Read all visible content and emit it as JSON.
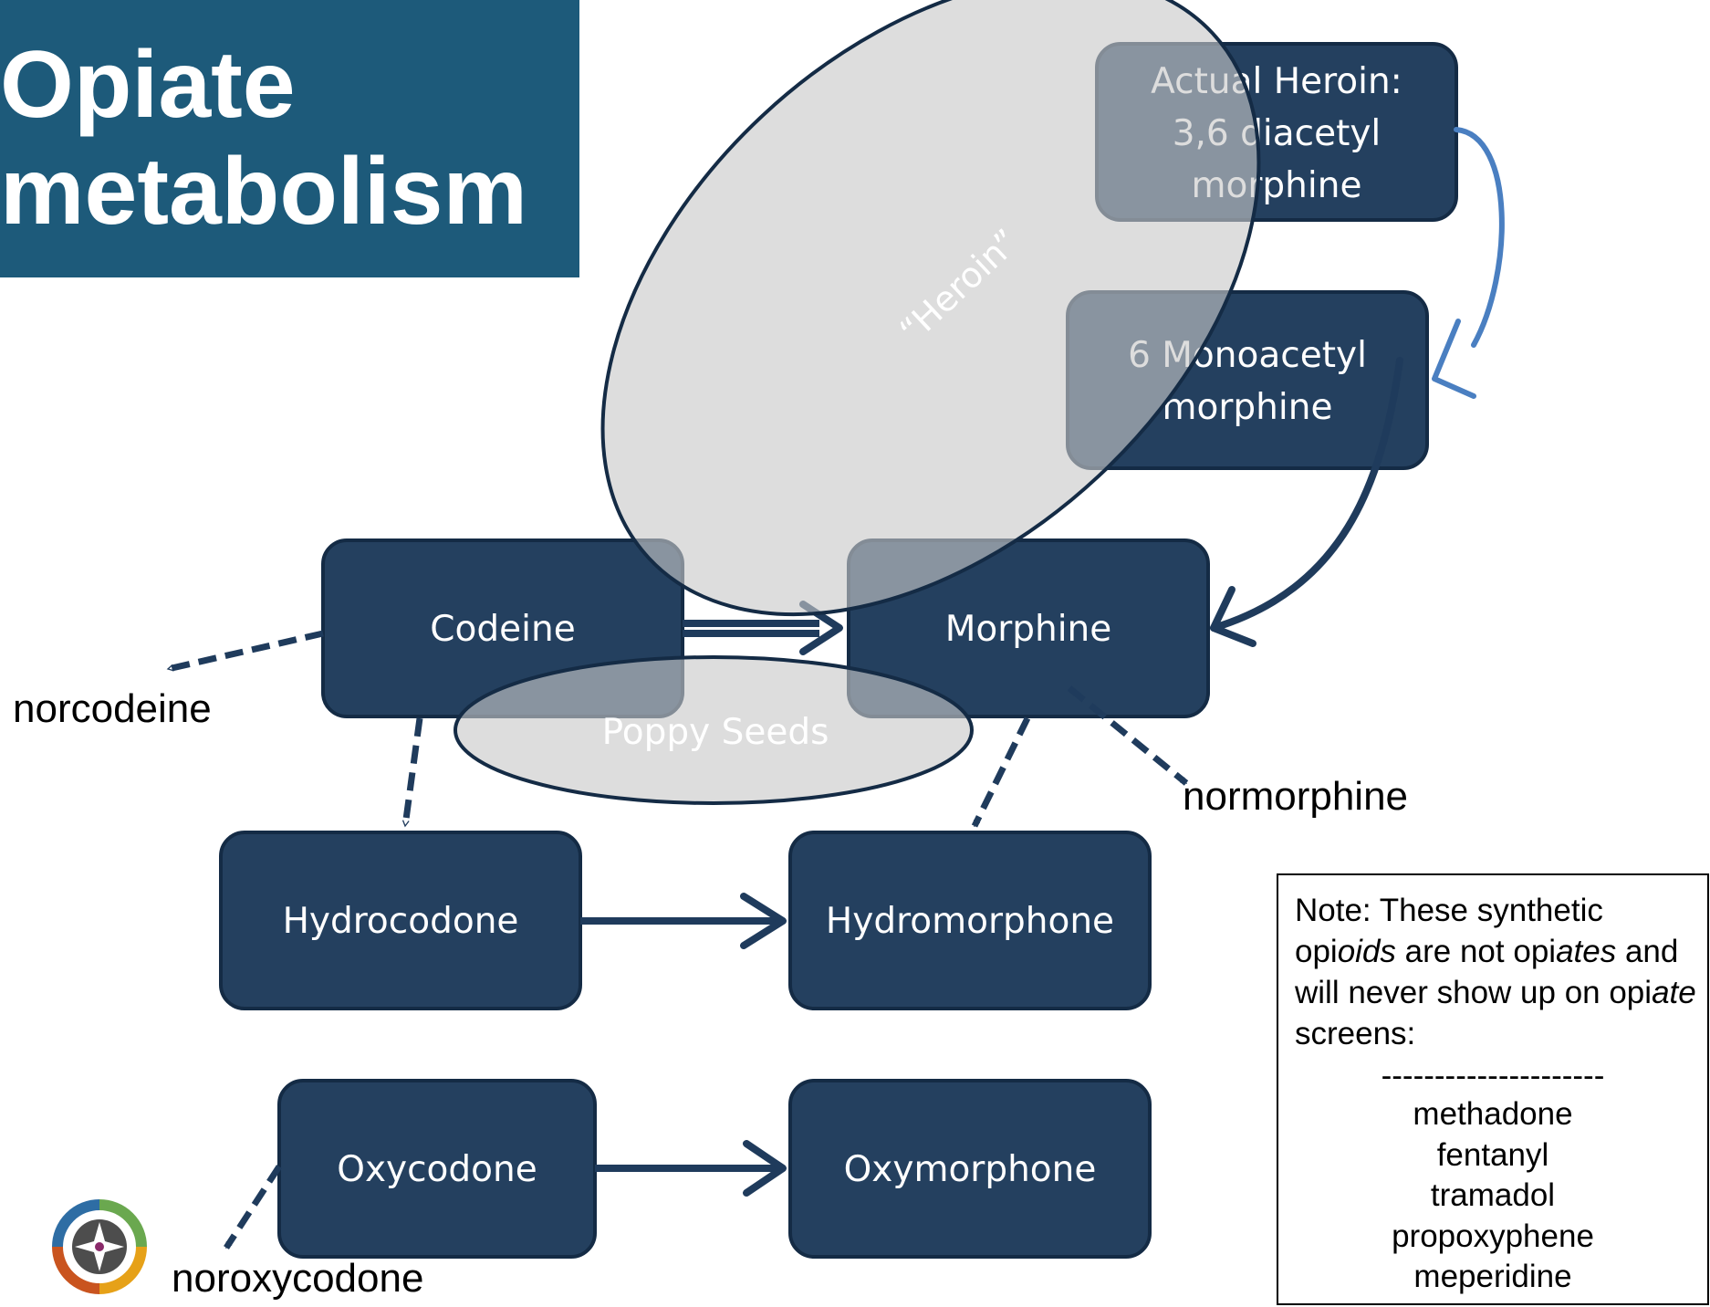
{
  "title": {
    "line1": "Opiate",
    "line2": "metabolism"
  },
  "nodes": {
    "heroin": [
      "Actual Heroin:",
      "3,6 diacetyl",
      "morphine"
    ],
    "mono": [
      "6 Monoacetyl",
      "morphine"
    ],
    "codeine": "Codeine",
    "morphine": "Morphine",
    "hydrocodone": "Hydrocodone",
    "hydromorphone": "Hydromorphone",
    "oxycodone": "Oxycodone",
    "oxymorphone": "Oxymorphone"
  },
  "metabolites": {
    "norcodeine": "norcodeine",
    "normorphine": "normorphine",
    "noroxycodone": "noroxycodone"
  },
  "overlays": {
    "heroin": "“Heroin”",
    "poppy": "Poppy Seeds"
  },
  "note": {
    "intro_parts": [
      "Note:  These synthetic opi",
      "oids",
      " are not opi",
      "ates",
      " and will never show up on opi",
      "ate",
      " screens:"
    ],
    "divider": "---------------------",
    "drugs": [
      "methadone",
      "fentanyl",
      "tramadol",
      "propoxyphene",
      "meperidine"
    ]
  },
  "colors": {
    "title_bg": "#1d5a7a",
    "node_fill": "#24405f",
    "node_border": "#142b45",
    "arrow": "#1f3b5c",
    "heroin_arrow": "#4a7fc1",
    "overlay_fill": "#c8c8c8",
    "overlay_text": "#ffffff"
  },
  "logo": {
    "icon": "compass-star-logo-icon",
    "segment_colors": [
      "#2e6da4",
      "#6aa84f",
      "#e6a118",
      "#c9541f",
      "#8a2a6a"
    ]
  }
}
